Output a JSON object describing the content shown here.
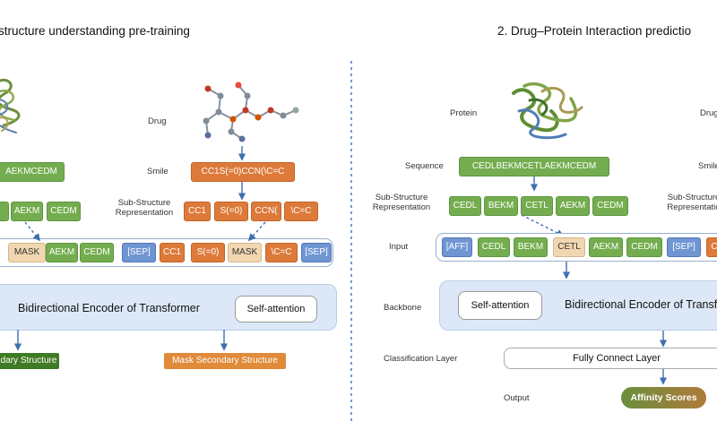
{
  "left": {
    "title": "structure understanding pre-training",
    "drug_label": "Drug",
    "smile_label": "Smile",
    "substructure_label": [
      "Sub-Structure",
      "Representation"
    ],
    "protein_sequence_partial": "AEKMCEDM",
    "protein_subtokens": [
      "AEKM",
      "CEDM"
    ],
    "drug_smile": "CC1S(=0)CCN(\\C=C",
    "drug_subtokens": [
      "CC1",
      "S(=0)",
      "CCN(",
      "\\C=C"
    ],
    "input_tokens": [
      {
        "text": "MASK",
        "kind": "mask"
      },
      {
        "text": "AEKM",
        "kind": "protein"
      },
      {
        "text": "CEDM",
        "kind": "protein"
      },
      {
        "text": "[SEP]",
        "kind": "special"
      },
      {
        "text": "CC1",
        "kind": "drug"
      },
      {
        "text": "S(=0)",
        "kind": "drug"
      },
      {
        "text": "MASK",
        "kind": "mask"
      },
      {
        "text": "\\C=C",
        "kind": "drug"
      },
      {
        "text": "[SEP]",
        "kind": "special"
      }
    ],
    "encoder_text": "Bidirectional Encoder of Transformer",
    "self_attention": "Self-attention",
    "output_left": "dary Structure",
    "output_right": "Mask Secondary Structure"
  },
  "right": {
    "title": "2. Drug–Protein Interaction predictio",
    "protein_label": "Protein",
    "drug_label": "Drug",
    "sequence_label": "Sequence",
    "smile_label": "Smile",
    "substructure_label": [
      "Sub-Structure",
      "Representation"
    ],
    "substructure_label_right": [
      "Sub-Structure",
      "Representatio"
    ],
    "sequence": "CEDLBEKMCETLAEKMCEDM",
    "subtokens": [
      "CEDL",
      "BEKM",
      "CETL",
      "AEKM",
      "CEDM"
    ],
    "input_label": "Input",
    "input_tokens": [
      {
        "text": "[AFF]",
        "kind": "special"
      },
      {
        "text": "CEDL",
        "kind": "protein"
      },
      {
        "text": "BEKM",
        "kind": "protein"
      },
      {
        "text": "CETL",
        "kind": "mask"
      },
      {
        "text": "AEKM",
        "kind": "protein"
      },
      {
        "text": "CEDM",
        "kind": "protein"
      },
      {
        "text": "[SEP]",
        "kind": "special"
      },
      {
        "text": "C",
        "kind": "drug"
      }
    ],
    "backbone_label": "Backbone",
    "self_attention": "Self-attention",
    "encoder_text": "Bidirectional Encoder of Transformer",
    "classification_label": "Classification Layer",
    "fcl_text": "Fully  Connect Layer",
    "output_label": "Output",
    "affinity": "Affinity Scores"
  },
  "colors": {
    "protein": "#74ad4f",
    "drug": "#dd7a3a",
    "special": "#6f95d3",
    "mask": "#f0d7b1",
    "arrow": "#3d6fb0",
    "divider": "#4a78c0"
  },
  "icons": [
    "protein-structure-image",
    "drug-molecule-image"
  ]
}
